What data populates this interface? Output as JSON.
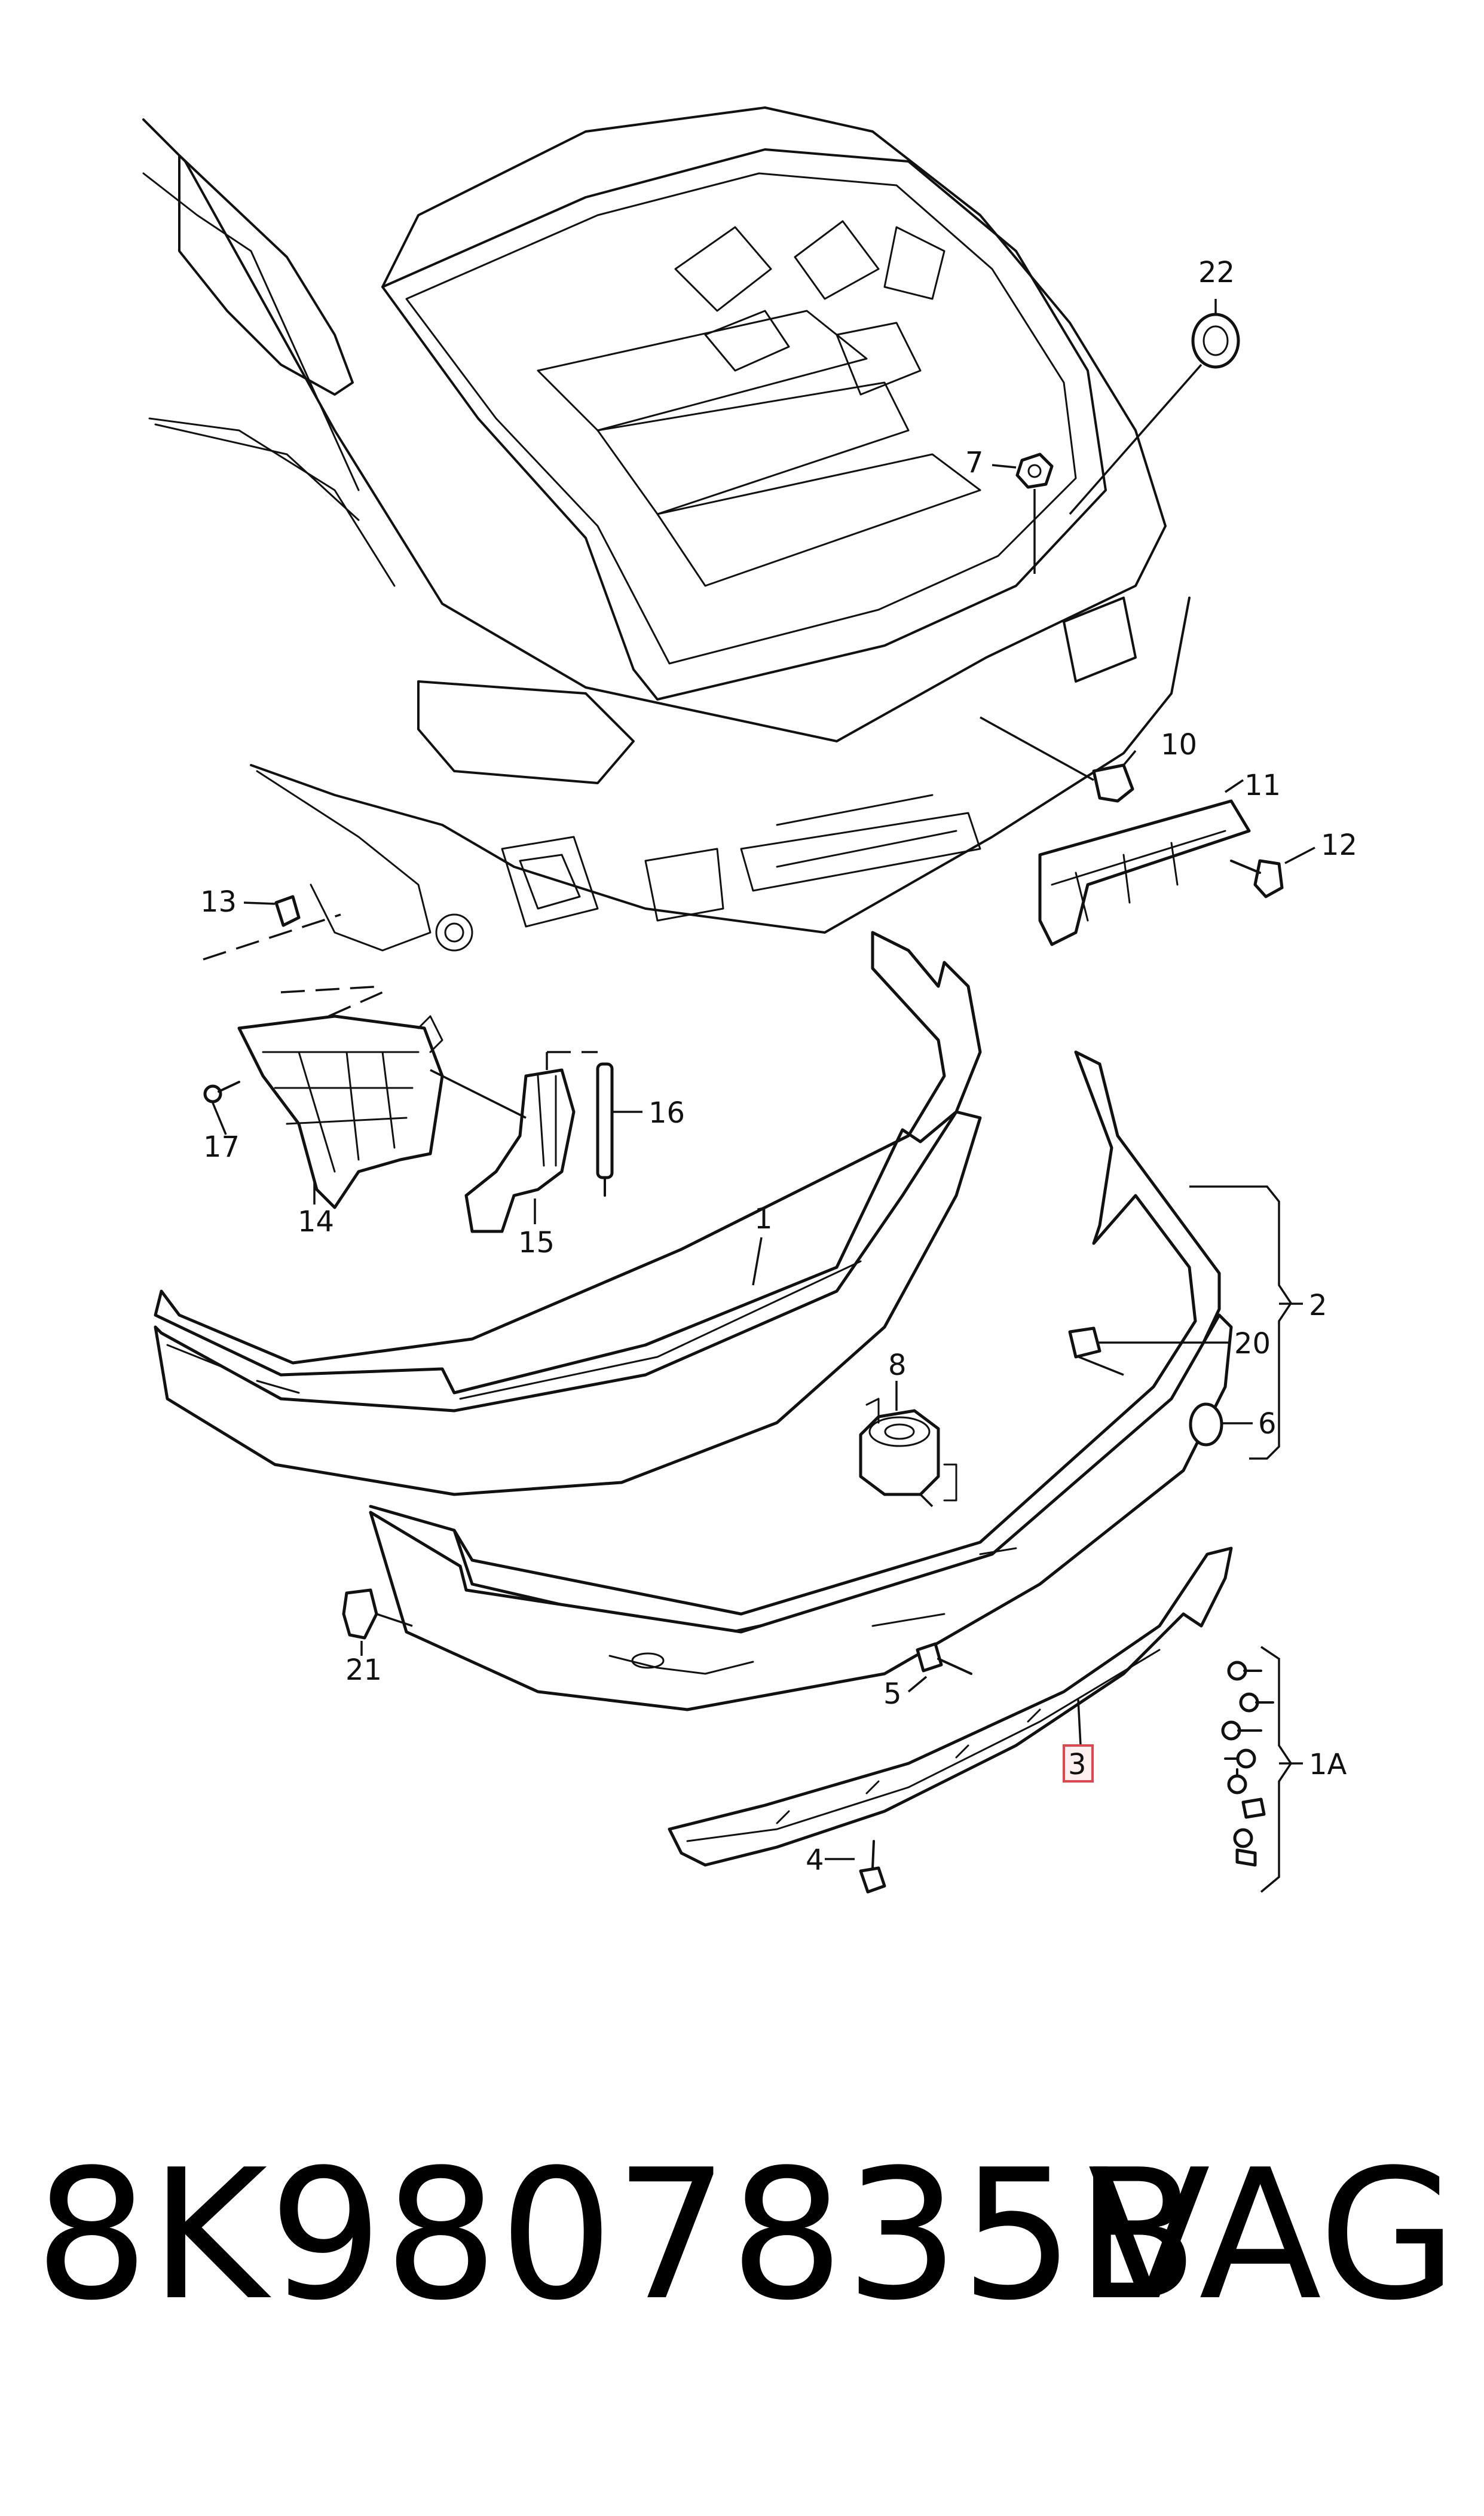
{
  "callouts": {
    "c1": "1",
    "c1a": "1A",
    "c2": "2",
    "c3": "3",
    "c4": "4",
    "c5": "5",
    "c6": "6",
    "c7": "7",
    "c8": "8",
    "c10": "10",
    "c11": "11",
    "c12": "12",
    "c13": "13",
    "c14": "14",
    "c15": "15",
    "c16": "16",
    "c17": "17",
    "c20": "20",
    "c21": "21",
    "c22": "22"
  },
  "footer": {
    "part_number": "8K9807835B",
    "brand": "VAG"
  },
  "colors": {
    "line": "#111111",
    "highlight_box": "#e0464b",
    "background": "#ffffff"
  }
}
